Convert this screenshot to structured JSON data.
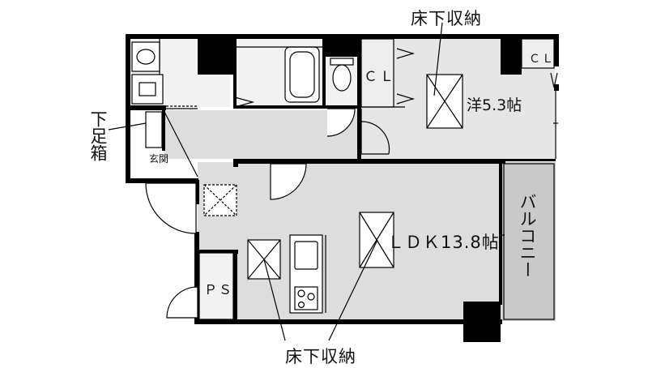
{
  "floor_plan": {
    "underfloor_storage_label": "床下収納",
    "underfloor_storage_label_bottom": "床下収納",
    "shoe_box_label": "下足箱",
    "closet_label_1": "ＣＬ",
    "closet_label_2": "ＣＬ",
    "western_room_label": "洋5.3帖",
    "ldk_label": "ＬＤＫ13.8帖",
    "balcony_label": "バルコニー",
    "entrance_label": "玄関",
    "pipe_space_label": "ＰＳ"
  },
  "colors": {
    "wall": "#000000",
    "floor": "#dddddd",
    "balcony": "#c9c9c9",
    "background": "#ffffff"
  }
}
